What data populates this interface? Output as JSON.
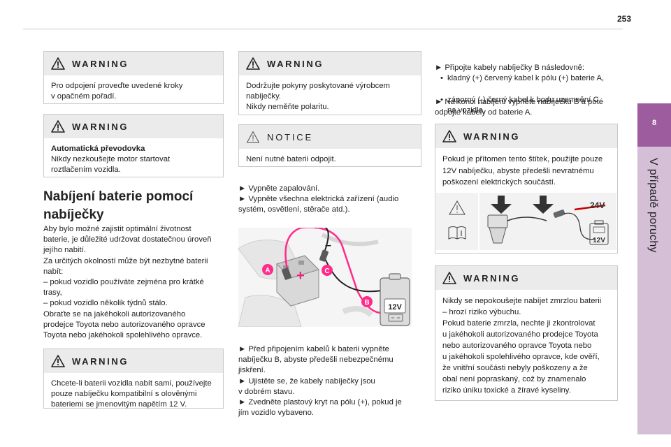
{
  "page_number": "253",
  "side_tab": {
    "number": "8",
    "label": "V případě poruchy"
  },
  "left": {
    "warning1": {
      "title": "WARNING",
      "text": "Pro odpojení proveďte uvedené kroky\nv opačném pořadí."
    },
    "warning2": {
      "title": "WARNING",
      "bold": "Automatická převodovka",
      "text": "Nikdy nezkoušejte motor startovat\nroztlačením vozidla."
    },
    "heading_line1": "Nabíjení baterie pomocí",
    "heading_line2": "nabíječky",
    "body": "Aby bylo možné zajistit optimální životnost\nbaterie, je důležité udržovat dostatečnou úroveň\njejího nabití.\nZa určitých okolností může být nezbytné baterii\nnabít:\n–  pokud vozidlo používáte zejména pro krátké\ntrasy,\n–  pokud vozidlo několik týdnů stálo.\nObraťte se na jakéhokoli autorizovaného\nprodejce Toyota nebo autorizovaného opravce\nToyota nebo jakéhokoli spolehlivého opravce.",
    "warning3": {
      "title": "WARNING",
      "text": "Chcete-li baterii vozidla nabít sami, používejte\npouze nabíječku kompatibilní s olověnými\nbateriemi se jmenovitým napětím 12 V."
    }
  },
  "middle": {
    "warning": {
      "title": "WARNING",
      "text": "Dodržujte pokyny poskytované výrobcem\nnabíječky.\nNikdy neměňte polaritu."
    },
    "notice": {
      "title": "NOTICE",
      "text": "Není nutné baterii odpojit."
    },
    "steps1": "►  Vypněte zapalování.\n►  Vypněte všechna elektrická zařízení (audio\nsystém, osvětlení, stěrače atd.).",
    "figure": {
      "label_a": "A",
      "label_b": "B",
      "label_c": "C",
      "charger_label": "12V",
      "plus": "+",
      "minus": "–"
    },
    "steps2": "►  Před připojením kabelů k baterii vypněte\nnabíječku B, abyste předešli nebezpečnému\njiskření.\n►  Ujistěte se, že kabely nabíječky jsou\nv dobrém stavu.\n►  Zvedněte plastový kryt na pólu (+), pokud je\njím vozidlo vybaveno."
  },
  "right": {
    "connect_intro": "►  Připojte kabely nabíječky B následovně:",
    "connect_items": [
      "kladný (+) červený kabel k pólu (+) baterie A,",
      "záporný (-) černý kabel k bodu uzemnění C\nna vozidle."
    ],
    "connect_end": "►  Na konci nabíjení vypněte nabíječku B a poté\nodpojte kabely od baterie A.",
    "warning1": {
      "title": "WARNING",
      "text": "Pokud je přítomen tento štítek, použijte pouze\n12V nabíječku, abyste předešli nevratnému\npoškození elektrických součástí."
    },
    "label_figure": {
      "voltage_top": "24V",
      "voltage_box": "12V"
    },
    "warning2": {
      "title": "WARNING",
      "text": "Nikdy se nepokoušejte nabíjet zmrzlou baterii\n– hrozí riziko výbuchu.\nPokud baterie zmrzla, nechte ji zkontrolovat\nu jakéhokoli autorizovaného prodejce Toyota\nnebo autorizovaného opravce Toyota nebo\nu jakéhokoli spolehlivého opravce, kde ověří,\nže vnitřní součásti nebyly poškozeny a že\nobal není popraskaný, což by znamenalo\nriziko úniku toxické a žíravé kyseliny."
    }
  }
}
